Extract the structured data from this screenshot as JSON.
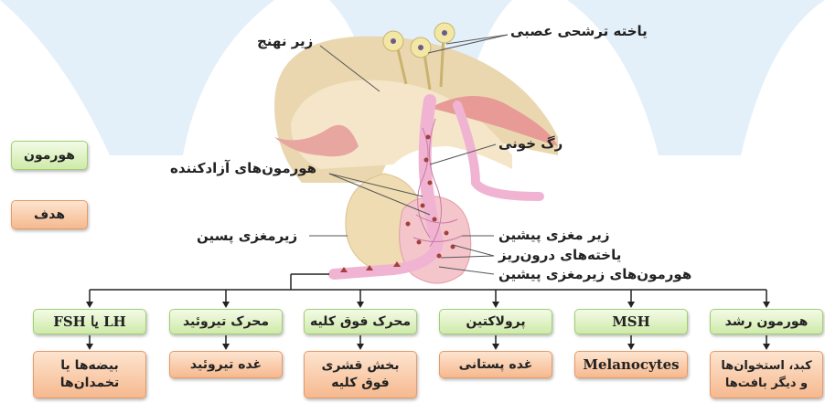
{
  "legend": {
    "hormone": "هورمون",
    "target": "هدف"
  },
  "labels": {
    "neurosecretory_cell": "یاخته ترشحی عصبی",
    "hypothalamus": "زیر نهنج",
    "blood_vessel": "رگ خونی",
    "releasing_hormones": "هورمون‌های آزادکننده",
    "posterior_pituitary": "زیرمغزی پسین",
    "anterior_pituitary": "زیر مغزی پیشین",
    "endocrine_cells": "یاخته‌های درون‌ریز",
    "anterior_pituitary_hormones": "هورمون‌های زیرمغزی پیشین"
  },
  "hormones": [
    {
      "name": "FSH یا LH",
      "target": [
        "بیضه‌ها یا",
        "تخمدان‌ها"
      ]
    },
    {
      "name": "محرک تیروئید",
      "target": [
        "غده تیروئید"
      ]
    },
    {
      "name": "محرک فوق کلیه",
      "target": [
        "بخش قشری",
        "فوق کلیه"
      ]
    },
    {
      "name": "پرولاکتین",
      "target": [
        "غده پستانی"
      ]
    },
    {
      "name": "MSH",
      "target": [
        "Melanocytes"
      ]
    },
    {
      "name": "هورمون رشد",
      "target": [
        "کبد، استخوان‌ها",
        "و دیگر بافت‌ها"
      ]
    }
  ],
  "colors": {
    "hormone_box": "#d4ecb0",
    "target_box": "#f8c39c",
    "watermark": "#dfeef9",
    "pituitary_tissue": "#f0dcb4",
    "vessel": "#f2b6d4"
  }
}
